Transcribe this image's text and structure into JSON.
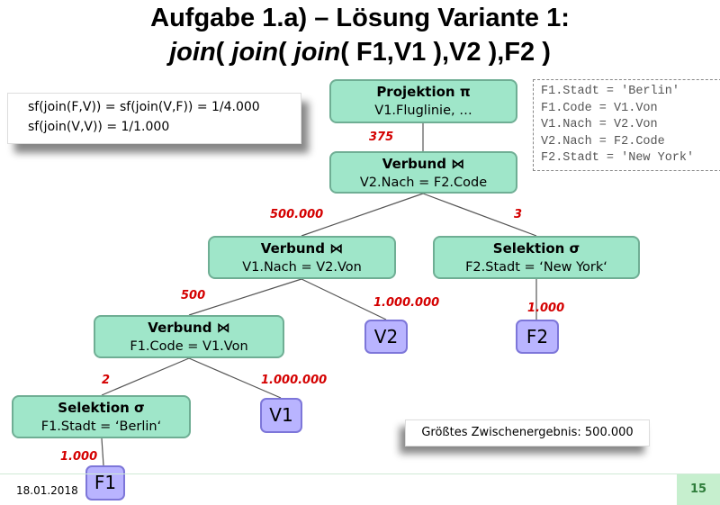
{
  "title": {
    "line1": "Aufgabe 1.a) – Lösung Variante 1:",
    "line2_parts": [
      "join",
      "( ",
      "join",
      "( ",
      "join",
      "( F1,V1 ),V2 ),F2 )"
    ]
  },
  "info": {
    "line1": "sf(join(F,V)) = sf(join(V,F)) = 1/4.000",
    "line2": "sf(join(V,V)) = 1/1.000"
  },
  "predicates": [
    "F1.Stadt = 'Berlin'",
    "F1.Code = V1.Von",
    "V1.Nach = V2.Von",
    "V2.Nach = F2.Code",
    "F2.Stadt = 'New York'"
  ],
  "nodes": {
    "projektion": {
      "title": "Projektion π",
      "detail": "V1.Fluglinie, …"
    },
    "verbund_top": {
      "title": "Verbund ⋈",
      "detail": "V2.Nach = F2.Code"
    },
    "verbund_mid": {
      "title": "Verbund ⋈",
      "detail": "V1.Nach = V2.Von"
    },
    "selektion_ny": {
      "title": "Selektion σ",
      "detail": "F2.Stadt = ‘New York‘"
    },
    "verbund_low": {
      "title": "Verbund ⋈",
      "detail": "F1.Code = V1.Von"
    },
    "selektion_berlin": {
      "title": "Selektion σ",
      "detail": "F1.Stadt = ‘Berlin‘"
    }
  },
  "relations": {
    "v2": "V2",
    "f2": "F2",
    "v1": "V1",
    "f1": "F1"
  },
  "cardinalities": {
    "proj": "375",
    "top_left": "500.000",
    "top_right": "3",
    "mid_left": "500",
    "mid_right": "1.000.000",
    "ny_down": "1.000",
    "low_left": "2",
    "low_right": "1.000.000",
    "berlin_down": "1.000"
  },
  "result": "Größtes Zwischenergebnis: 500.000",
  "footer": {
    "date": "18.01.2018",
    "page": "15"
  }
}
